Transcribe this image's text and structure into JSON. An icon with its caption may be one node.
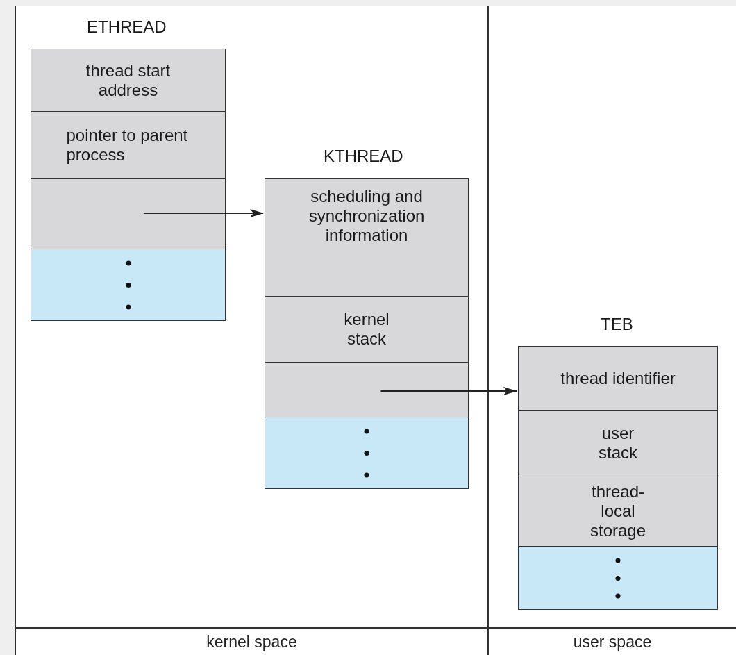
{
  "diagram": {
    "nodes": [
      {
        "text": [
          "ETHREAD"
        ]
      },
      {
        "text": [
          "thread start address"
        ],
        "in": 0
      },
      {
        "text": [
          "pointer to parent process"
        ],
        "in": 0
      },
      {
        "text": [],
        "shape": "box",
        "in": 0
      },
      {
        "text": [],
        "shape": "box",
        "in": 0
      },
      {
        "text": [
          "KTHREAD"
        ]
      },
      {
        "text": [
          "scheduling and synchronization information"
        ],
        "in": 5
      },
      {
        "text": [
          "kernel stack"
        ],
        "in": 5
      },
      {
        "text": [],
        "shape": "box",
        "in": 5
      },
      {
        "text": [],
        "shape": "box",
        "in": 5
      },
      {
        "text": [
          "TEB"
        ]
      },
      {
        "text": [
          "thread identifier"
        ],
        "in": 10
      },
      {
        "text": [
          "user stack"
        ],
        "in": 10
      },
      {
        "text": [
          "thread-local storage"
        ],
        "in": 10
      },
      {
        "text": [],
        "shape": "box",
        "in": 10
      }
    ],
    "edges": [
      {
        "from": 3,
        "to": 5,
        "arrow": "to"
      },
      {
        "from": 8,
        "to": 10,
        "arrow": "to"
      }
    ],
    "labels": [
      "kernel space",
      "user space"
    ]
  }
}
